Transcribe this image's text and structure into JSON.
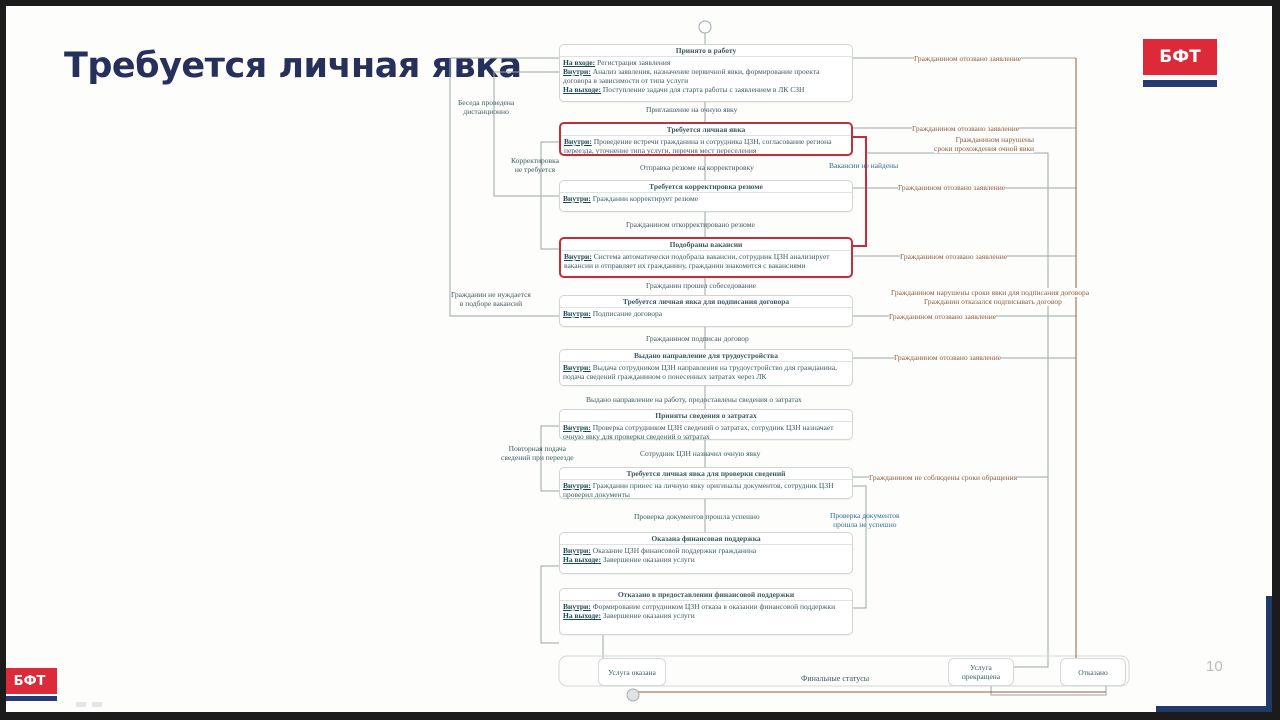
{
  "slide": {
    "title": "Требуется личная явка",
    "logo_text": "БФТ",
    "page_number": "10",
    "colors": {
      "title": "#27305a",
      "logo_red": "#dc2a39",
      "logo_blue": "#273a73",
      "highlight_red": "#c0303c"
    }
  },
  "diagram": {
    "nodes": [
      {
        "id": "accepted",
        "title": "Принято в работу",
        "lines": [
          {
            "key": "На входе:",
            "text": "Регистрация заявления"
          },
          {
            "key": "Внутри:",
            "text": "Анализ заявления, назначение первичной явки, формирование проекта договора в зависимости от типа услуги"
          },
          {
            "key": "На выходе:",
            "text": "Поступление задачи для старта работы с заявлением в ЛК СЗН"
          }
        ]
      },
      {
        "id": "personal_visit",
        "title": "Требуется личная явка",
        "highlight": true,
        "lines": [
          {
            "key": "Внутри:",
            "text": "Проведение встречи гражданина и сотрудника ЦЗН, согласование региона переезда, уточнение типа услуги, перечня мест переселения"
          }
        ]
      },
      {
        "id": "resume_fix",
        "title": "Требуется корректировка резюме",
        "lines": [
          {
            "key": "Внутри:",
            "text": "Гражданин корректирует резюме"
          }
        ]
      },
      {
        "id": "vacancies",
        "title": "Подобраны вакансии",
        "highlight": true,
        "lines": [
          {
            "key": "Внутри:",
            "text": "Система автоматически подобрала вакансии, сотрудник ЦЗН анализирует вакансии и отправляет их гражданину, гражданин знакомится с вакансиями"
          }
        ]
      },
      {
        "id": "contract_visit",
        "title": "Требуется личная явка для подписания договора",
        "lines": [
          {
            "key": "Внутри:",
            "text": "Подписание договора"
          }
        ]
      },
      {
        "id": "referral",
        "title": "Выдано направление для трудоустройства",
        "lines": [
          {
            "key": "Внутри:",
            "text": "Выдача сотрудником ЦЗН направления на трудоустройство для гражданина, подача сведений гражданином о понесенных затратах через ЛК"
          }
        ]
      },
      {
        "id": "costs_received",
        "title": "Приняты сведения о затратах",
        "lines": [
          {
            "key": "Внутри:",
            "text": "Проверка сотрудником ЦЗН сведений о затратах, сотрудник ЦЗН назначает очную явку для проверки сведений о затратах"
          }
        ]
      },
      {
        "id": "verify_visit",
        "title": "Требуется личная явка для проверки сведений",
        "lines": [
          {
            "key": "Внутри:",
            "text": "Гражданин принес на личную явку оригиналы документов, сотрудник ЦЗН проверил документы"
          }
        ]
      },
      {
        "id": "support_given",
        "title": "Оказана финансовая поддержка",
        "lines": [
          {
            "key": "Внутри:",
            "text": "Оказание ЦЗН финансовой поддержки гражданина"
          },
          {
            "key": "На выходе:",
            "text": "Завершение оказания услуги"
          }
        ]
      },
      {
        "id": "support_refused",
        "title": "Отказано в предоставлении финансовой поддержки",
        "lines": [
          {
            "key": "Внутри:",
            "text": "Формирование сотрудником ЦЗН отказа в оказании финансовой поддержки"
          },
          {
            "key": "На выходе:",
            "text": "Завершение оказания услуги"
          }
        ]
      }
    ],
    "transitions": {
      "t1": "Приглашение на очную явку",
      "t2": "Отправка резюме на корректировку",
      "t3": "Гражданином откорректировано резюме",
      "t4": "Гражданин прошел собеседование",
      "t5": "Гражданином подписан договор",
      "t6": "Выдано направление на работу, предоставлены сведения о затратах",
      "t7": "Сотрудник ЦЗН назначил очную явку",
      "t8": "Проверка документов прошла успешно",
      "t9": "Проверка документов\nпрошла не успешно",
      "vac_not_found": "Вакансии не найдены",
      "left1": "Беседа проведена\nдистанционно",
      "left2": "Корректировка\nне требуется",
      "left3": "Гражданин не нуждается\nв подборе вакансий",
      "left4": "Повторная подача\nсведений при переезде"
    },
    "right_exits": {
      "r1": "Гражданином отозвано заявление",
      "r2": "Гражданином отозвано заявление",
      "r3": "Гражданином нарушены\nсроки прохождения очной явки",
      "r4": "Гражданином отозвано заявление",
      "r5": "Гражданином отозвано заявление",
      "r6": "Гражданином нарушены сроки явки для подписания договора",
      "r7": "Гражданин отказался подписывать договор",
      "r8": "Гражданином отозвано заявление",
      "r9": "Гражданином отозвано заявление",
      "r10": "Гражданином не соблюдены сроки обращения"
    },
    "final": {
      "group_label": "Финальные статусы",
      "provided": "Услуга оказана",
      "terminated": "Услуга\nпрекращена",
      "refused": "Отказано"
    }
  }
}
